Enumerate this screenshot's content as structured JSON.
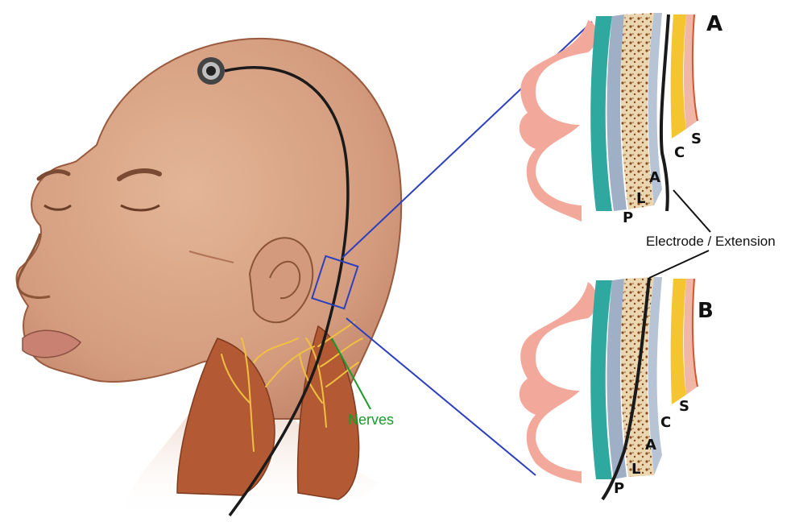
{
  "panels": {
    "A": {
      "title": "A",
      "layers": [
        "P",
        "L",
        "A",
        "C",
        "S"
      ]
    },
    "B": {
      "title": "B",
      "layers": [
        "P",
        "L",
        "A",
        "C",
        "S"
      ]
    }
  },
  "labels": {
    "electrode": "Electrode / Extension",
    "nerves": "Nerves"
  },
  "colors": {
    "skin": "#d7a183",
    "muscle": "#b35a35",
    "nerve": "#f0c040",
    "zoom_box": "#2c3fbf",
    "electrode": "#1a1a1a",
    "brain": "#f2a99b",
    "csf_teal": "#2fa9a0",
    "bone": "#e9d6b0",
    "nerves_label": "#1a9a2a"
  }
}
